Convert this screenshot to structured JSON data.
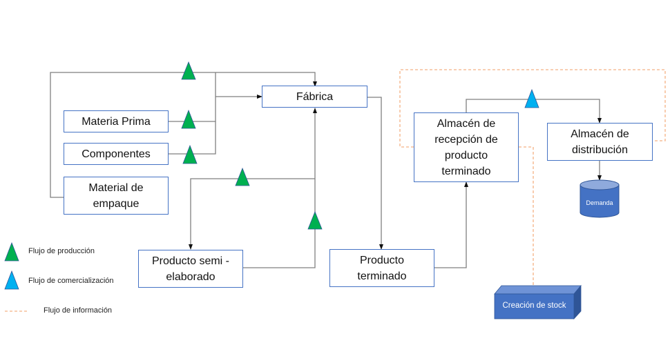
{
  "diagram": {
    "nodes": {
      "fabrica": "Fábrica",
      "materia_prima": "Materia Prima",
      "componentes": "Componentes",
      "material_empaque": "Material de\nempaque",
      "producto_semi": "Producto semi -\nelaborado",
      "producto_terminado": "Producto\nterminado",
      "almacen_recepcion": "Almacén de\nrecepción de\nproducto\nterminado",
      "almacen_distribucion": "Almacén de\ndistribución",
      "demanda": "Demanda",
      "creacion_stock": "Creación de stock"
    },
    "legend": [
      {
        "symbol": "green-triangle",
        "label": "Flujo de producción"
      },
      {
        "symbol": "blue-triangle",
        "label": "Flujo de comercialización"
      },
      {
        "symbol": "orange-dashed-line",
        "label": "Flujo de información"
      }
    ],
    "colors": {
      "node_border": "#4472c4",
      "production_flow": "#00b050",
      "commercial_flow": "#00b0f0",
      "information_flow": "#f4b183",
      "connector": "#7f7f7f",
      "shape_fill": "#4472c4"
    }
  }
}
